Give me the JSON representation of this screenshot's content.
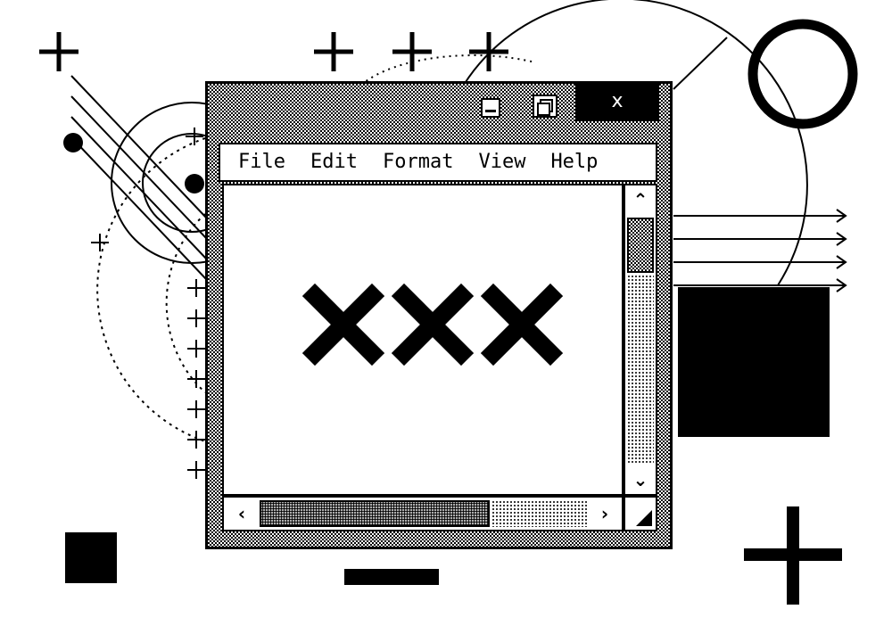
{
  "window": {
    "menu": [
      {
        "label": "File"
      },
      {
        "label": "Edit"
      },
      {
        "label": "Format"
      },
      {
        "label": "View"
      },
      {
        "label": "Help"
      }
    ],
    "close_label": "x",
    "scroll": {
      "up": "⌃",
      "down": "⌄",
      "left": "‹",
      "right": "›"
    },
    "content_icons": [
      "x-mark-icon",
      "x-mark-icon",
      "x-mark-icon"
    ]
  },
  "colors": {
    "foreground": "#000000",
    "background": "#ffffff"
  }
}
